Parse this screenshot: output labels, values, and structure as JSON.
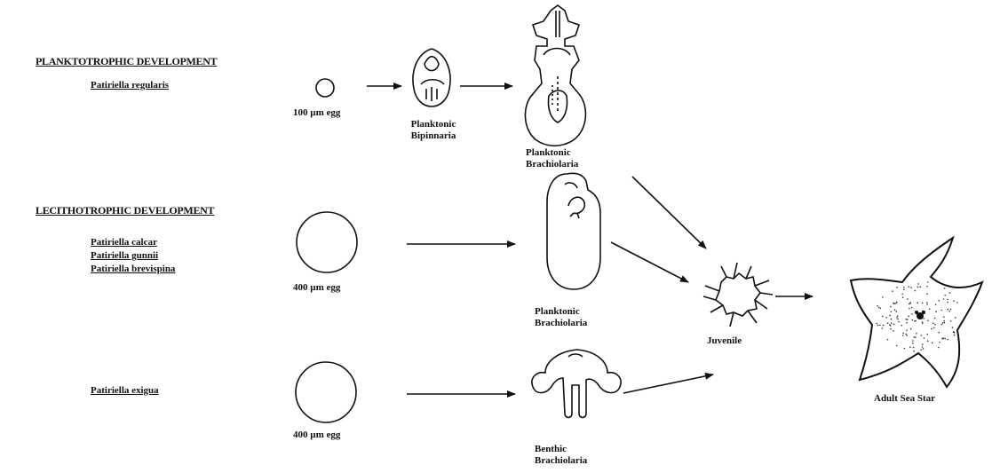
{
  "sections": {
    "planktotrophic": "PLANKTOTROPHIC DEVELOPMENT",
    "lecithotrophic": "LECITHOTROPHIC DEVELOPMENT"
  },
  "species": {
    "regularis": "Patiriella regularis",
    "calcar": "Patiriella calcar",
    "gunnii": "Patiriella gunnii",
    "brevispina": "Patiriella brevispina",
    "exigua": "Patiriella exigua"
  },
  "eggs": {
    "small": "100 µm egg",
    "large_1": "400 µm egg",
    "large_2": "400 µm egg"
  },
  "stages": {
    "bipinnaria": [
      "Planktonic",
      "Bipinnaria"
    ],
    "brach_planktotrophic": [
      "Planktonic",
      "Brachiolaria"
    ],
    "brach_lecithotrophic": [
      "Planktonic",
      "Brachiolaria"
    ],
    "brach_benthic": [
      "Benthic",
      "Brachiolaria"
    ],
    "juvenile": "Juvenile",
    "adult": "Adult Sea Star"
  }
}
